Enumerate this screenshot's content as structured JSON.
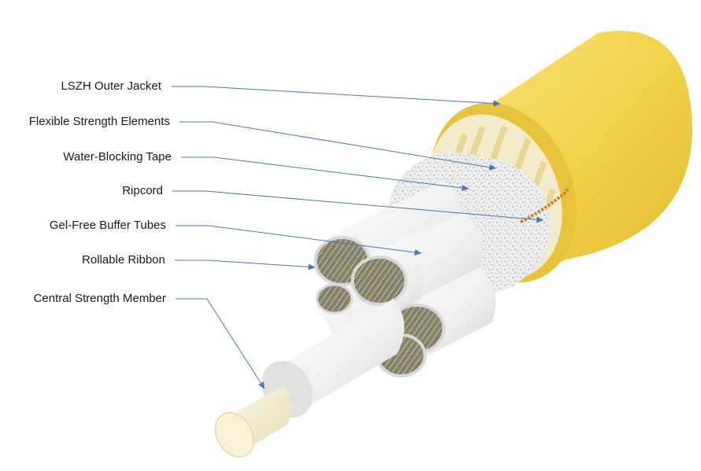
{
  "labels": [
    "LSZH Outer Jacket",
    "Flexible Strength Elements",
    "Water-Blocking Tape",
    "Ripcord",
    "Gel-Free Buffer Tubes",
    "Rollable Ribbon",
    "Central Strength Member"
  ],
  "colors": {
    "outer_jacket": "#f2d54a",
    "strength_elements": "#f4f1dc",
    "water_blocking_tape": "#e9e9e9",
    "ripcord": "#d0782e",
    "buffer_tubes": "#f3f3f3",
    "central_member": "#f6eed0",
    "leader_line": "#4a77b7"
  }
}
